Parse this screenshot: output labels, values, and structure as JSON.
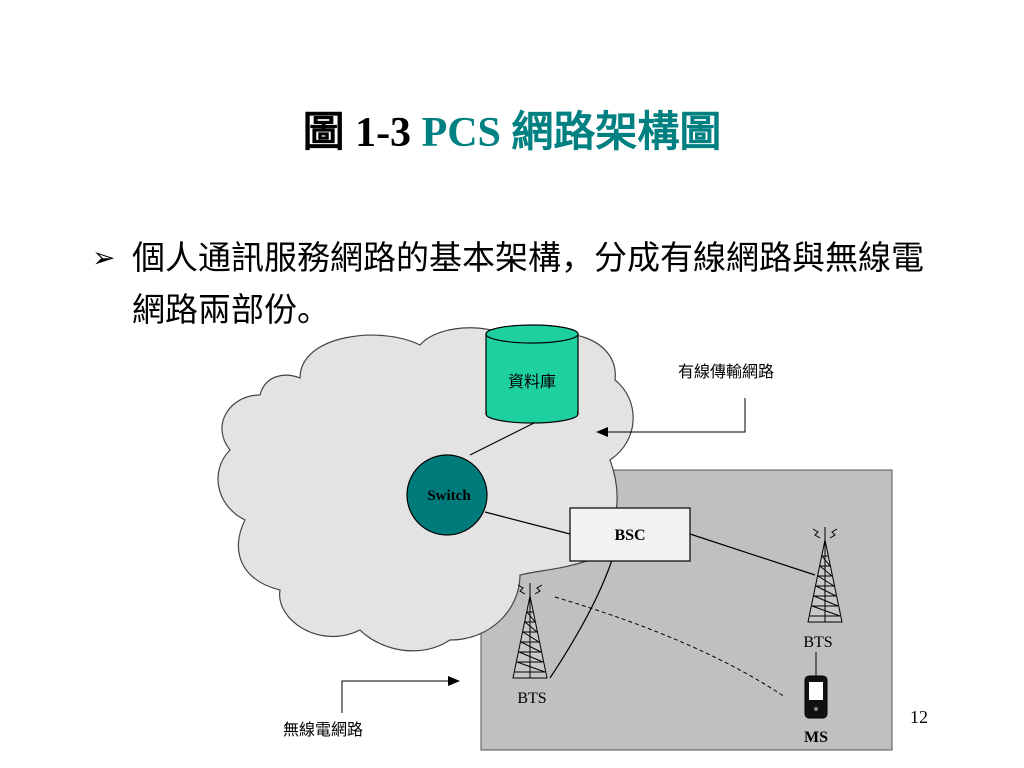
{
  "slide": {
    "title_prefix": "圖 1-3",
    "title_main": "PCS 網路架構圖",
    "bullet_marker": "➢",
    "bullet_text": "個人通訊服務網路的基本架構，分成有線網路與無線電網路兩部份。",
    "page_number": "12"
  },
  "diagram": {
    "database_label": "資料庫",
    "switch_label": "Switch",
    "bsc_label": "BSC",
    "bts_left_label": "BTS",
    "bts_right_label": "BTS",
    "ms_label": "MS",
    "wired_network_label": "有線傳輸網路",
    "wireless_network_label": "無線電網路",
    "colors": {
      "cloud_fill": "#e3e3e3",
      "wireless_area_fill": "#c0c0c0",
      "database_fill": "#1ecfa0",
      "switch_fill": "#007b7b",
      "title_accent": "#008080"
    }
  }
}
